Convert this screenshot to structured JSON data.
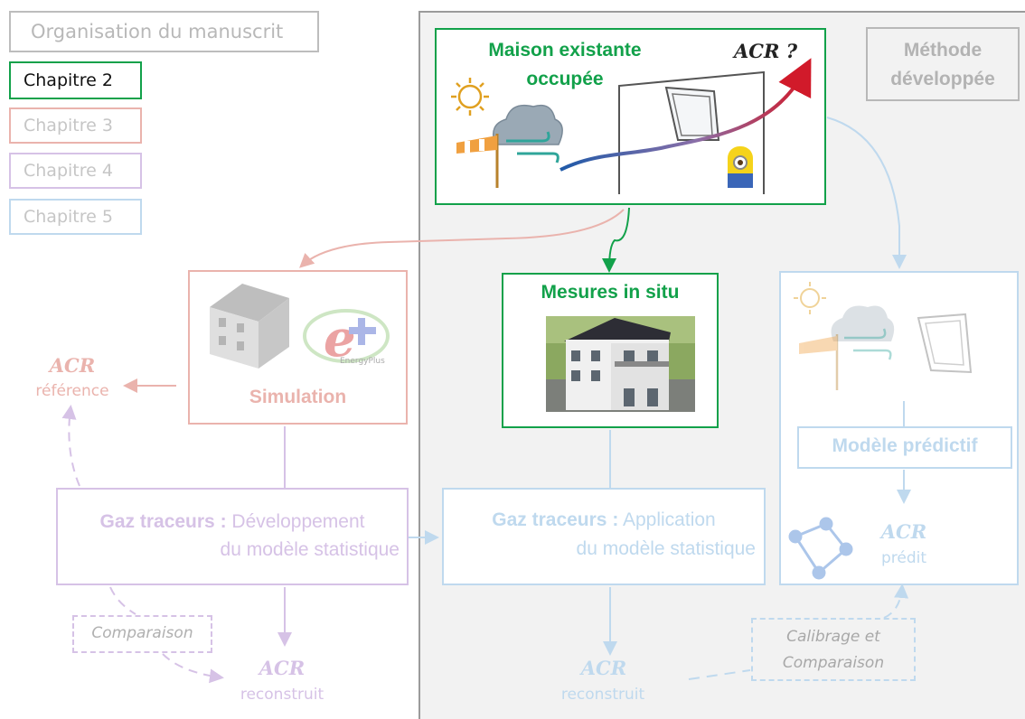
{
  "legend": {
    "title": "Organisation du manuscrit",
    "chapters": [
      {
        "label": "Chapitre 2",
        "color": "#12a14a",
        "text_color": "#111111"
      },
      {
        "label": "Chapitre 3",
        "color": "#eab3ad",
        "text_color": "#c9c9c9"
      },
      {
        "label": "Chapitre 4",
        "color": "#d6c2e6",
        "text_color": "#c9c9c9"
      },
      {
        "label": "Chapitre 5",
        "color": "#bfd9ee",
        "text_color": "#c9c9c9"
      }
    ]
  },
  "method": {
    "line1": "Méthode",
    "line2": "développée"
  },
  "house": {
    "line1": "Maison existante",
    "line2": "occupée",
    "acr": "ACR ?"
  },
  "mesures": {
    "title": "Mesures in situ"
  },
  "simulation": {
    "title": "Simulation",
    "ep_label": "EnergyPlus"
  },
  "reference": {
    "acr": "ACR",
    "sub": "référence"
  },
  "gaz_dev": {
    "bold": "Gaz traceurs :",
    "rest": " Développement",
    "line2": "du modèle statistique"
  },
  "gaz_app": {
    "bold": "Gaz traceurs :",
    "rest": " Application",
    "line2": "du modèle statistique"
  },
  "modele": {
    "title": "Modèle prédictif"
  },
  "predit": {
    "acr": "ACR",
    "sub": "prédit"
  },
  "comparaison": "Comparaison",
  "calibrage": {
    "line1": "Calibrage et",
    "line2": "Comparaison"
  },
  "reconstruit_left": {
    "acr": "ACR",
    "sub": "reconstruit"
  },
  "reconstruit_mid": {
    "acr": "ACR",
    "sub": "reconstruit"
  },
  "colors": {
    "green": "#12a14a",
    "red": "#eab3ad",
    "purple": "#d6c2e6",
    "blue": "#bfd9ee",
    "gray": "#a0a0a0"
  }
}
